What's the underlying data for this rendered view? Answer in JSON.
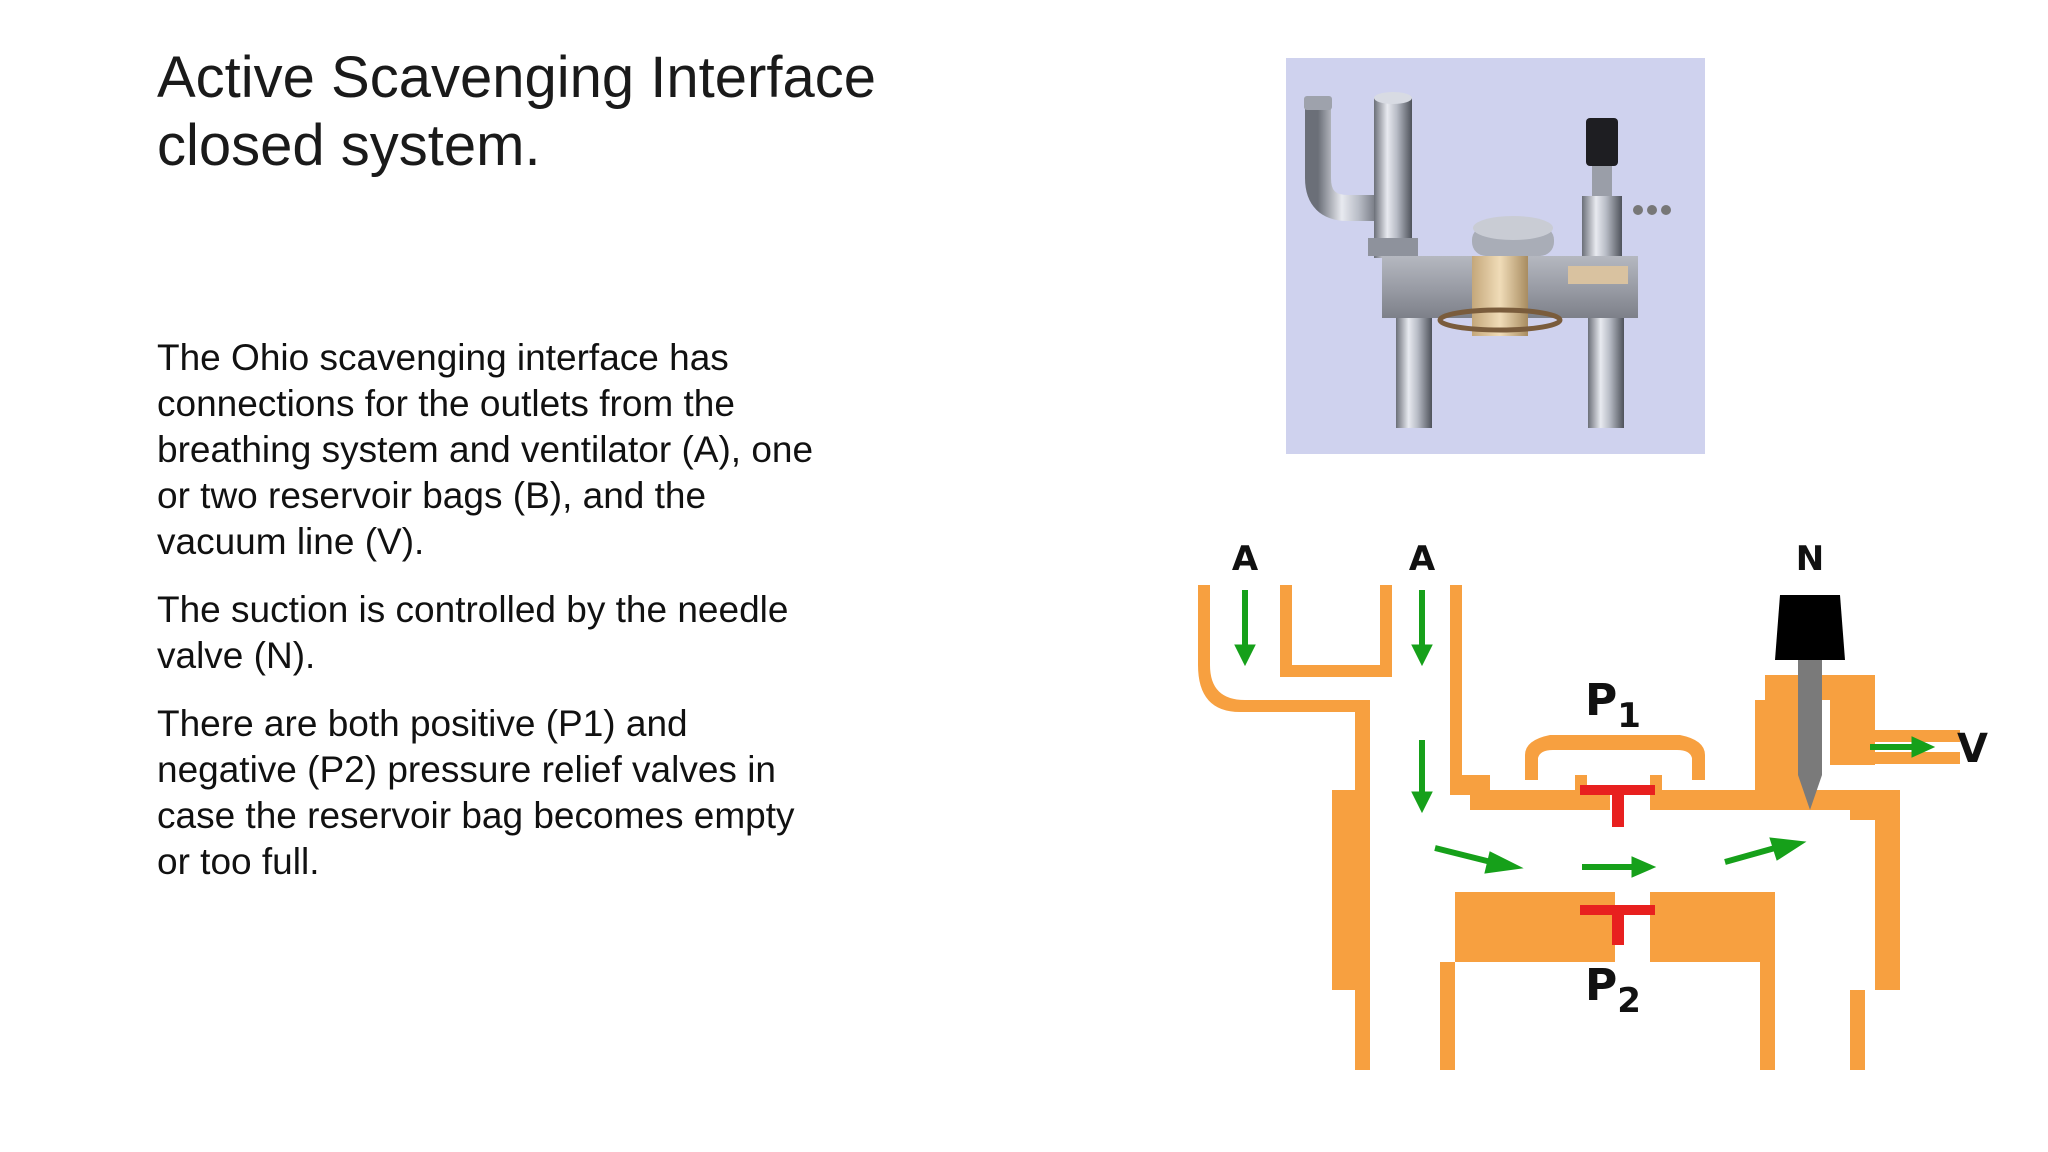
{
  "slide": {
    "title": "Active Scavenging Interface closed system.",
    "paragraphs": [
      "The Ohio scavenging interface has connections for the outlets from the breathing system and ventilator (A), one or two reservoir bags (B), and the vacuum line (V).",
      "The suction is controlled by the needle valve (N).",
      "There are both positive (P1) and negative (P2) pressure relief valves in case the reservoir bag becomes empty or too full."
    ]
  },
  "photo": {
    "background_color": "#cfd2ee"
  },
  "diagram": {
    "labels": {
      "a_left": "A",
      "a_right": "A",
      "needle": "N",
      "vacuum": "V",
      "p1_main": "P",
      "p1_sub": "1",
      "p2_main": "P",
      "p2_sub": "2"
    },
    "colors": {
      "body": "#f7a040",
      "valve": "#e8201f",
      "arrow": "#16a01a",
      "needle_cap": "#000000",
      "needle_stem": "#7a7a7a"
    }
  }
}
